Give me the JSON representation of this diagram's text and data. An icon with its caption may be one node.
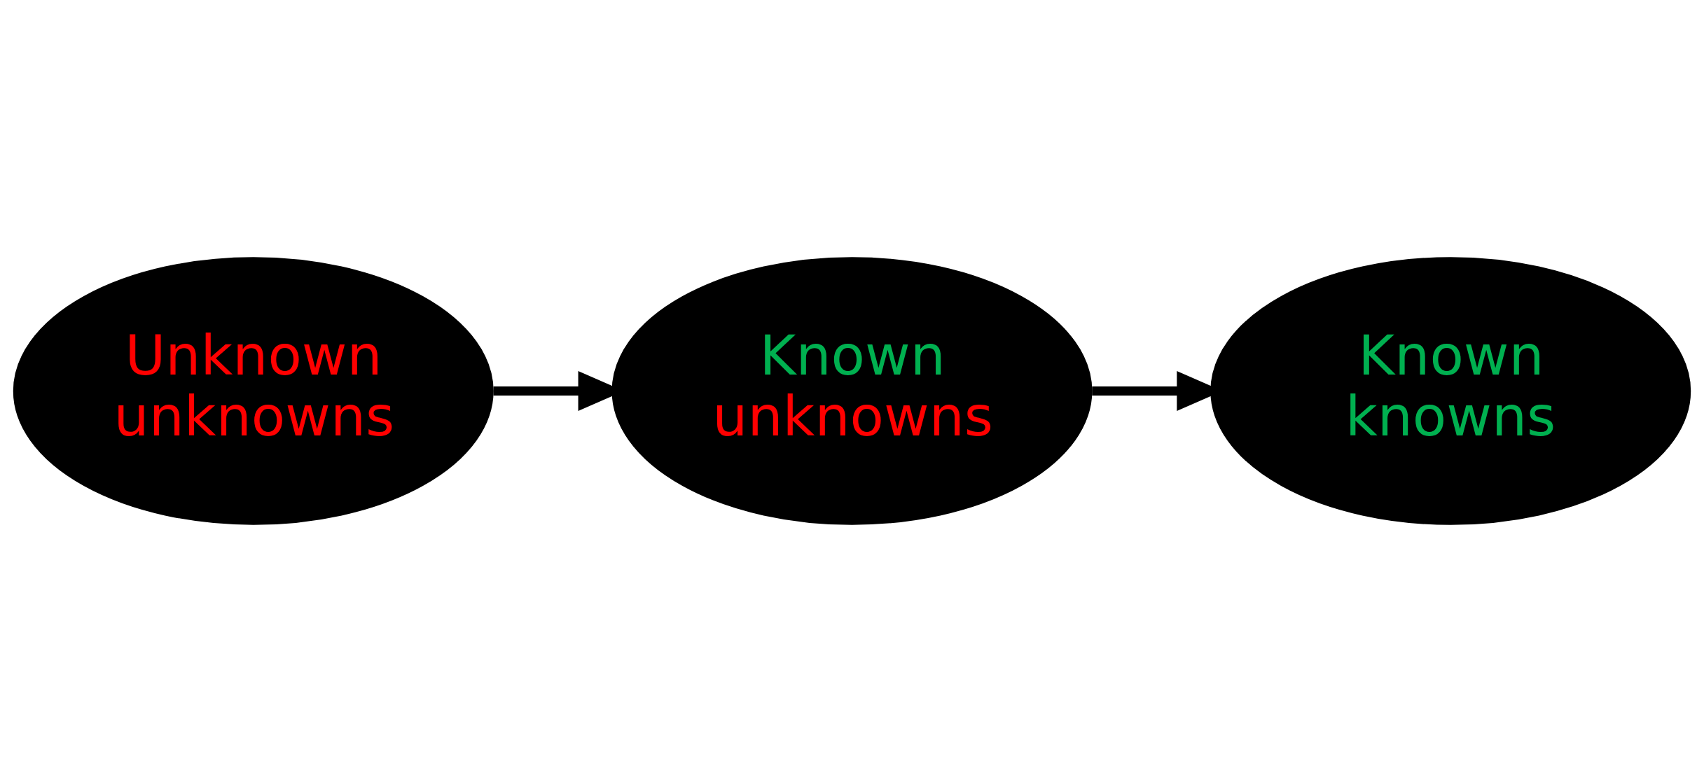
{
  "diagram": {
    "nodes": [
      {
        "text": [
          "Unknown",
          "unknowns"
        ]
      },
      {
        "text": [
          "Known",
          "unknowns"
        ]
      },
      {
        "text": [
          "Known",
          "knowns"
        ]
      }
    ],
    "edges": [
      {
        "from": 0,
        "to": 1,
        "arrow": "to"
      },
      {
        "from": 1,
        "to": 2,
        "arrow": "to"
      }
    ]
  }
}
